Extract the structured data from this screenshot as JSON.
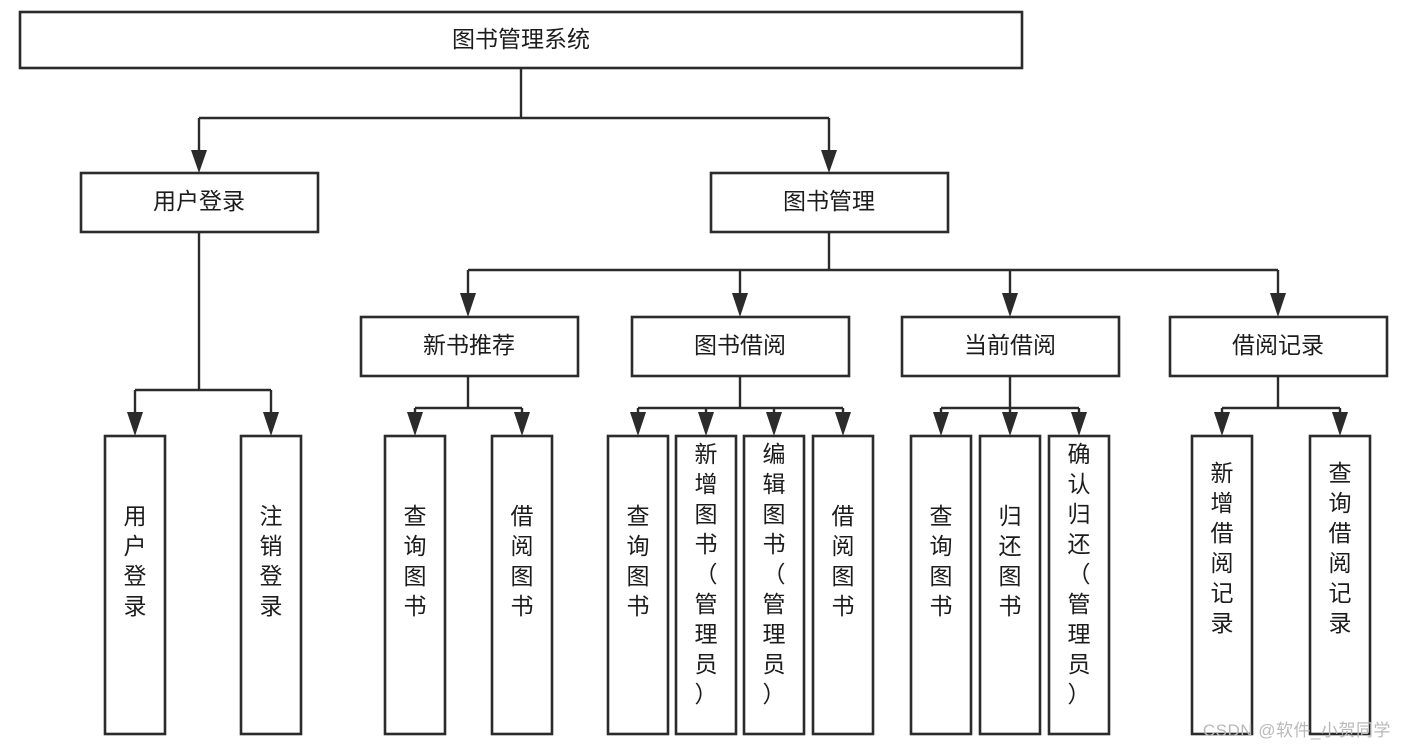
{
  "diagram": {
    "type": "tree-hierarchy",
    "orientation": "top-down",
    "title": "图书管理系统",
    "colors": {
      "box_stroke": "#2b2b2b",
      "box_fill": "#ffffff",
      "connector": "#2b2b2b",
      "text": "#1c1c1c",
      "watermark": "#b9b9b9",
      "background": "#ffffff"
    },
    "root": {
      "id": "root",
      "label": "图书管理系统",
      "text_orientation": "horizontal"
    },
    "level1": [
      {
        "id": "user-login",
        "label": "用户登录",
        "text_orientation": "horizontal"
      },
      {
        "id": "book-manage",
        "label": "图书管理",
        "text_orientation": "horizontal"
      }
    ],
    "level2": [
      {
        "id": "new-book-recommend",
        "label": "新书推荐",
        "text_orientation": "horizontal",
        "parent": "book-manage"
      },
      {
        "id": "book-borrow",
        "label": "图书借阅",
        "text_orientation": "horizontal",
        "parent": "book-manage"
      },
      {
        "id": "current-borrow",
        "label": "当前借阅",
        "text_orientation": "horizontal",
        "parent": "book-manage"
      },
      {
        "id": "borrow-record",
        "label": "借阅记录",
        "text_orientation": "horizontal",
        "parent": "book-manage"
      }
    ],
    "leaves": {
      "user-login": [
        {
          "id": "leaf-user-login",
          "label": "用户登录",
          "text_orientation": "vertical"
        },
        {
          "id": "leaf-logout",
          "label": "注销登录",
          "text_orientation": "vertical"
        }
      ],
      "new-book-recommend": [
        {
          "id": "leaf-query-book-1",
          "label": "查询图书",
          "text_orientation": "vertical"
        },
        {
          "id": "leaf-borrow-book-1",
          "label": "借阅图书",
          "text_orientation": "vertical"
        }
      ],
      "book-borrow": [
        {
          "id": "leaf-query-book-2",
          "label": "查询图书",
          "text_orientation": "vertical"
        },
        {
          "id": "leaf-add-book",
          "label": "新增图书（管理员）",
          "text_orientation": "vertical"
        },
        {
          "id": "leaf-edit-book",
          "label": "编辑图书（管理员）",
          "text_orientation": "vertical"
        },
        {
          "id": "leaf-borrow-book-2",
          "label": "借阅图书",
          "text_orientation": "vertical"
        }
      ],
      "current-borrow": [
        {
          "id": "leaf-query-book-3",
          "label": "查询图书",
          "text_orientation": "vertical"
        },
        {
          "id": "leaf-return-book",
          "label": "归还图书",
          "text_orientation": "vertical"
        },
        {
          "id": "leaf-confirm-return",
          "label": "确认归还（管理员）",
          "text_orientation": "vertical"
        }
      ],
      "borrow-record": [
        {
          "id": "leaf-add-record",
          "label": "新增借阅记录",
          "text_orientation": "vertical"
        },
        {
          "id": "leaf-query-record",
          "label": "查询借阅记录",
          "text_orientation": "vertical"
        }
      ]
    }
  },
  "watermark": {
    "text": "CSDN @软件_小贺同学"
  }
}
